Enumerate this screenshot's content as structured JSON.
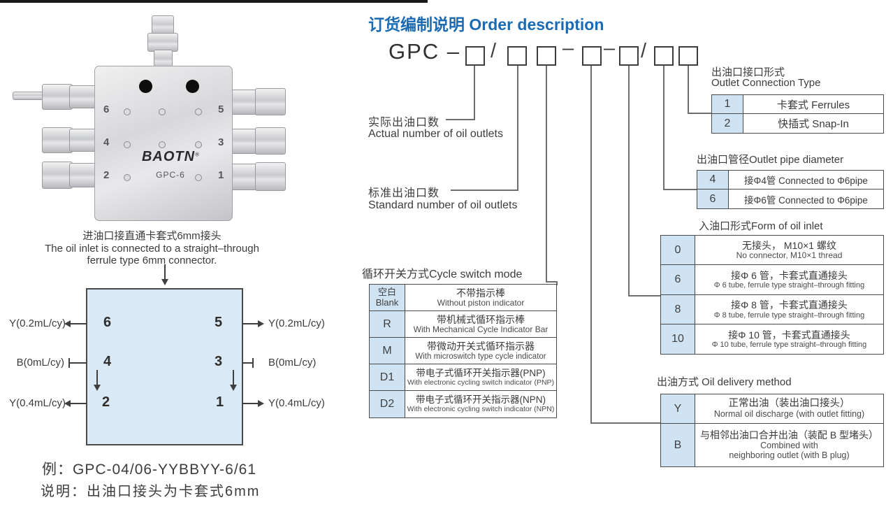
{
  "title": {
    "text": "订货编制说明 Order description"
  },
  "order_code": {
    "prefix": "GPC –",
    "separators": [
      "/",
      "–",
      "–",
      "/"
    ]
  },
  "callouts": {
    "actual": {
      "cn": "实际出油口数",
      "en": "Actual number of oil outlets"
    },
    "standard": {
      "cn": "标准出油口数",
      "en": "Standard number of oil outlets"
    }
  },
  "tables": {
    "cycle": {
      "title": "循环开关方式Cycle switch mode",
      "rows": [
        {
          "key_cn": "空白",
          "key_en": "Blank",
          "cn": "不带指示棒",
          "en": "Without piston indicator"
        },
        {
          "key": "R",
          "cn": "带机械式循环指示棒",
          "en": "With Mechanical Cycle Indicator Bar"
        },
        {
          "key": "M",
          "cn": "带微动开关式循环指示器",
          "en": "With microswitch type cycle indicator"
        },
        {
          "key": "D1",
          "cn": "带电子式循环开关指示器(PNP)",
          "en": "With electronic cycling switch indicator (PNP)"
        },
        {
          "key": "D2",
          "cn": "带电子式循环开关指示器(NPN)",
          "en": "With electronic cycling switch indicator (NPN)"
        }
      ]
    },
    "connection": {
      "title_cn": "出油口接口形式",
      "title_en": "Outlet Connection Type",
      "rows": [
        {
          "key": "1",
          "label": "卡套式  Ferrules"
        },
        {
          "key": "2",
          "label": "快插式  Snap-In"
        }
      ]
    },
    "pipe": {
      "title": "出油口管径Outlet pipe diameter",
      "rows": [
        {
          "key": "4",
          "label": "接Φ4管 Connected to Φ6pipe"
        },
        {
          "key": "6",
          "label": "接Φ6管 Connected to Φ6pipe"
        }
      ]
    },
    "inlet": {
      "title": "入油口形式Form of oil inlet",
      "rows": [
        {
          "key": "0",
          "cn": "无接头， M10×1 螺纹",
          "en": "No connector, M10×1 thread"
        },
        {
          "key": "6",
          "cn": "接Φ 6 管，卡套式直通接头",
          "en": "Φ 6 tube, ferrule type straight–through fitting"
        },
        {
          "key": "8",
          "cn": "接Φ 8 管，卡套式直通接头",
          "en": "Φ 8 tube, ferrule type straight–through fitting"
        },
        {
          "key": "10",
          "cn": "接Φ 10 管，卡套式直通接头",
          "en": "Φ 10 tube, ferrule type straight–through fitting"
        }
      ]
    },
    "delivery": {
      "title": "出油方式 Oil delivery method",
      "rows": [
        {
          "key": "Y",
          "cn": "正常出油（装出油口接头）",
          "en": "Normal oil discharge (with outlet fitting)"
        },
        {
          "key": "B",
          "cn": "与相邻出油口合并出油（装配 B 型堵头）",
          "en1": "Combined with",
          "en2": "neighboring outlet (with B plug)"
        }
      ]
    }
  },
  "product_photo": {
    "brand": "BAOTN",
    "reg": "®",
    "model": "GPC-6",
    "left_ports": [
      "6",
      "4",
      "2"
    ],
    "right_ports": [
      "5",
      "3",
      "1"
    ]
  },
  "inlet_note": {
    "cn": "进油口接直通卡套式6mm接头",
    "en1": "The oil inlet is connected to a straight–through",
    "en2": "ferrule type 6mm connector."
  },
  "schematic": {
    "ports_left": [
      "6",
      "4",
      "2"
    ],
    "ports_right": [
      "5",
      "3",
      "1"
    ],
    "labels": {
      "left_top": "Y(0.2mL/cy)",
      "right_top": "Y(0.2mL/cy)",
      "left_mid": "B(0mL/cy)",
      "right_mid": "B(0mL/cy)",
      "left_bottom": "Y(0.4mL/cy)",
      "right_bottom": "Y(0.4mL/cy)"
    }
  },
  "example": {
    "line1": "例：GPC-04/06-YYBBYY-6/61",
    "line2": "说明：出油口接头为卡套式6mm"
  },
  "colors": {
    "accent_blue": "#1a6bb4",
    "key_cell_bg": "#cfe3f3",
    "schematic_bg": "#d9e9f6",
    "line_gray": "#6e6e6e"
  }
}
